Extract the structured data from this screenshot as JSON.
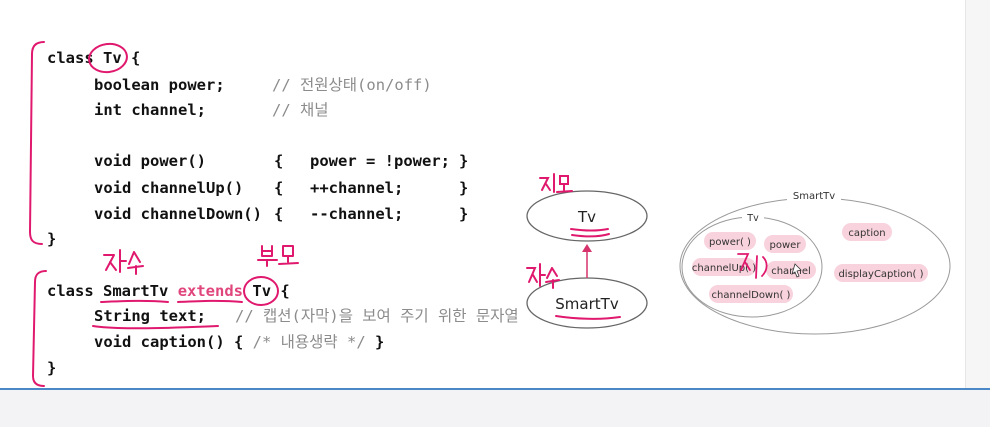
{
  "code": {
    "tv_class_kw": "class",
    "tv_class_name": "Tv",
    "tv_open": "{",
    "field_power": "boolean power;",
    "comment_power": "// 전원상태(on/off)",
    "field_channel": "int channel;",
    "comment_channel": "// 채널",
    "m1_sig": "void power()",
    "m1_open": "{",
    "m1_body": "power = !power;",
    "m1_close": "}",
    "m2_sig": "void channelUp()",
    "m2_open": "{",
    "m2_body": "++channel;",
    "m2_close": "}",
    "m3_sig": "void channelDown()",
    "m3_open": "{",
    "m3_body": "--channel;",
    "m3_close": "}",
    "tv_close": "}",
    "smart_class_kw": "class",
    "smart_class_name": "SmartTv",
    "smart_extends": "extends",
    "smart_parent": "Tv",
    "smart_open": "{",
    "field_text": "String text;",
    "comment_text": "// 캡션(자막)을 보여 주기 위한 문자열",
    "caption_sig": "void caption() {",
    "caption_comment": "/* 내용생략 */",
    "caption_close": "}",
    "smart_close": "}"
  },
  "handwriting": {
    "child_label": "자식",
    "parent_label": "부모"
  },
  "diagram": {
    "parent_node": "Tv",
    "child_node": "SmartTv"
  },
  "venn": {
    "outer_label": "SmartTv",
    "inner_label": "Tv",
    "tv_members": [
      "power( )",
      "power",
      "channelUp( )",
      "channel",
      "channelDown( )"
    ],
    "smart_members": [
      "caption",
      "displayCaption( )"
    ]
  },
  "colors": {
    "pen": "#e0196e",
    "pill": "#f8d2dc",
    "extends": "#e0457b",
    "bottom_accent": "#4a88c7"
  }
}
